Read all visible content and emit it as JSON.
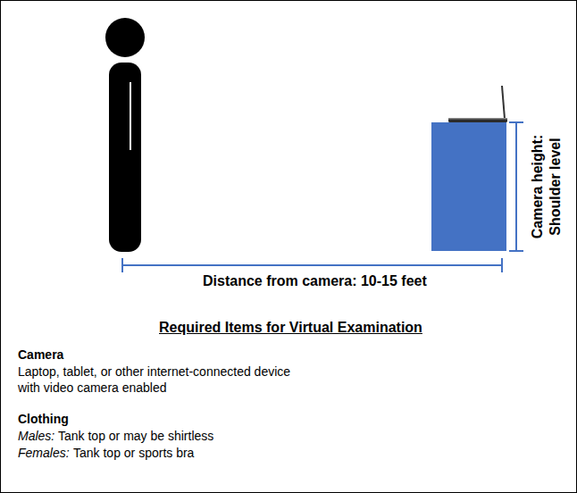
{
  "diagram": {
    "title": "Required Items for Virtual Examination",
    "labels": [
      "Distance from camera: 10-15 feet",
      "Camera height: Shoulder level",
      "Camera",
      "Laptop, tablet, or other internet-connected device with video camera enabled",
      "Clothing",
      "Males:",
      "Tank top or may be shirtless",
      "Females:",
      "Tank top or sports bra"
    ]
  }
}
